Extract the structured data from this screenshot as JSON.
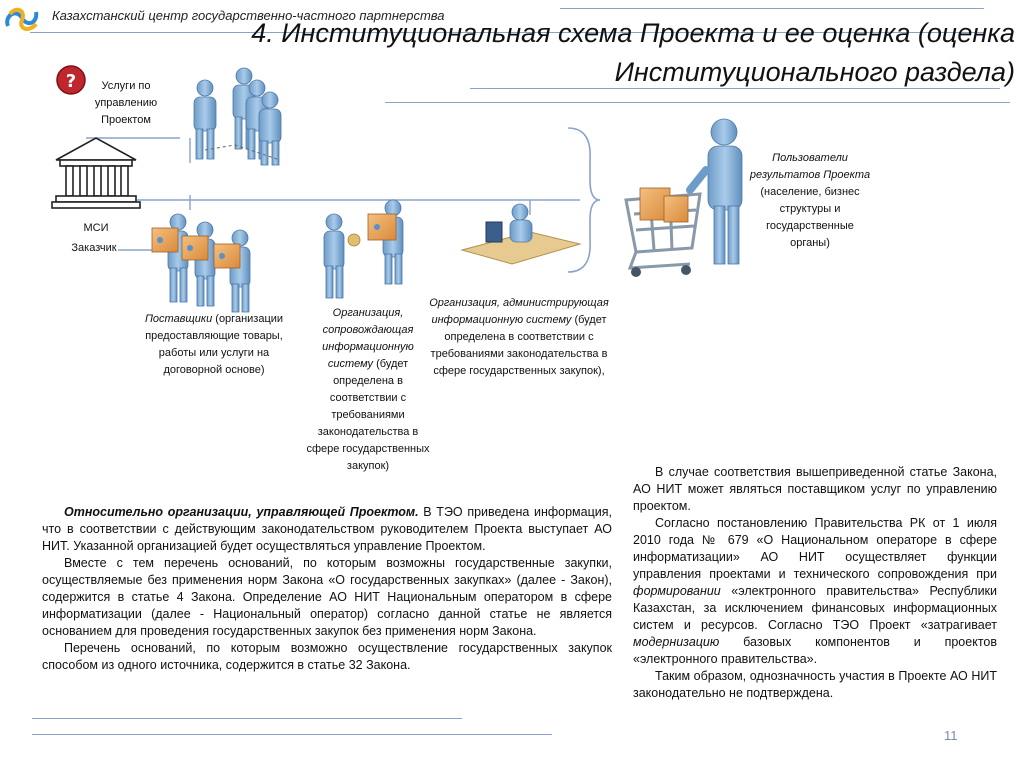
{
  "header": {
    "org_name": "Казахстанский центр государственно-частного  партнерства",
    "title_line1": "4. Институциональная схема Проекта и ее оценка (оценка",
    "title_line2": "Институционального раздела)"
  },
  "diagram": {
    "services_label": [
      "Услуги по",
      "управлению",
      "Проектом"
    ],
    "msi_label": "МСИ",
    "customer_label": "Заказчик",
    "suppliers": {
      "title": "Поставщики",
      "desc": "(организации предоставляющие товары, работы или услуги на договорной основе)"
    },
    "support_org": {
      "title": "Организация, сопровождающая информационную систему",
      "desc": "(будет определена в соответствии с требованиями законодательства в сфере государственных закупок)"
    },
    "admin_org": {
      "title": "Организация, администрирующая информационную систему",
      "desc": "(будет определена в соответствии с требованиями законодательства в сфере государственных закупок),"
    },
    "users": {
      "title": "Пользователи результатов Проекта",
      "desc": "(население, бизнес структуры и государственные органы)"
    }
  },
  "left_text": {
    "p1_bold": "Относительно организации, управляющей Проектом.",
    "p1_rest": " В ТЭО приведена информация, что в соответствии с действующим законодательством руководителем Проекта выступает АО НИТ. Указанной организацией будет осуществляться управление Проектом.",
    "p2": "Вместе с тем перечень оснований, по которым возможны государственные закупки, осуществляемые без применения норм Закона «О государственных закупках» (далее - Закон), содержится в статье 4 Закона. Определение АО НИТ Национальным оператором в сфере информатизации (далее - Национальный оператор) согласно данной статье не является основанием для проведения государственных закупок без применения норм Закона.",
    "p3": "Перечень оснований, по которым возможно осуществление государственных закупок способом из одного источника, содержится в статье 32 Закона."
  },
  "right_text": {
    "p1": "В случае соответствия вышеприведенной статье Закона, АО НИТ может являться поставщиком услуг по управлению проектом.",
    "p2_a": "Согласно постановлению Правительства РК от 1 июля 2010 года № 679 «О Национальном операторе в сфере информатизации» АО НИТ осуществляет функции управления проектами и технического сопровождения при ",
    "p2_i1": "формировании",
    "p2_b": " «электронного правительства» Республики Казахстан, за исключением финансовых информационных систем и ресурсов. Согласно ТЭО Проект «затрагивает ",
    "p2_i2": "модернизацию",
    "p2_c": " базовых компонентов и проектов «электронного правительства».",
    "p3": "Таким образом, однозначность участия в Проекте АО НИТ законодательно не подтверждена."
  },
  "page_number": "11",
  "colors": {
    "accent": "#8aa3c8",
    "figure_blue": "#8fb6dc",
    "box_orange": "#e8a050",
    "question_red": "#c0272d"
  }
}
